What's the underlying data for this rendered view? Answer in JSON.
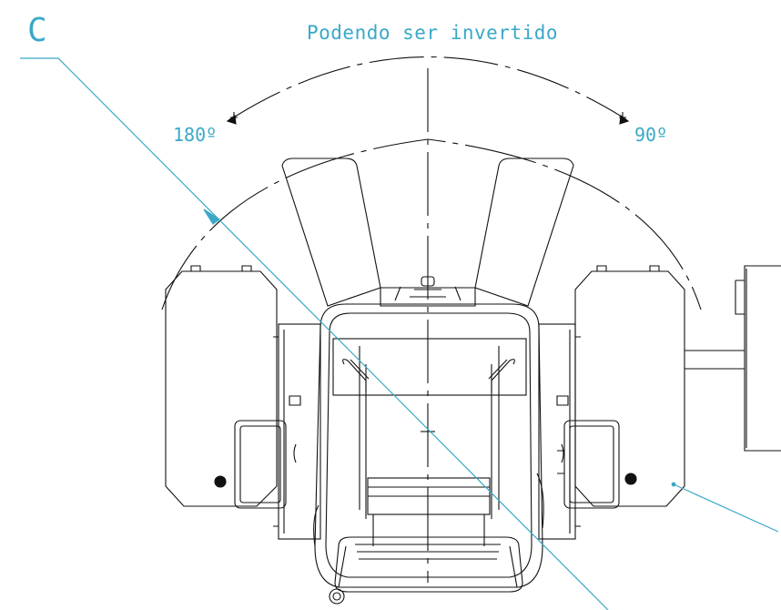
{
  "drawing": {
    "section_callout": "C",
    "title": "Podendo ser invertido",
    "angle_left": "180º",
    "angle_right": "90º"
  },
  "colors": {
    "annotation": "#3aa8c8",
    "linework": "#111111",
    "background": "#ffffff"
  }
}
